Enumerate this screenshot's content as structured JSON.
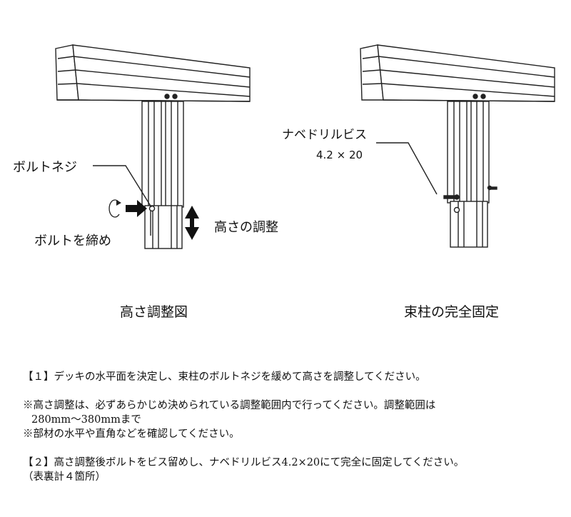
{
  "left_figure": {
    "caption": "高さ調整図",
    "label_bolt_screw": "ボルトネジ",
    "label_tighten": "ボルトを締め",
    "label_height_adjust": "高さの調整"
  },
  "right_figure": {
    "caption": "束柱の完全固定",
    "label_screw_name": "ナベドリルビス",
    "label_screw_size": "4.2 × 20"
  },
  "instructions": {
    "step1": "【１】デッキの水平面を決定し、束柱のボルトネジを緩めて高さを調整してください。",
    "note1_line1": "※高さ調整は、必ずあらかじめ決められている調整範囲内で行ってください。調整範囲は",
    "note1_line2": "280mm～380mmまで",
    "note2": "※部材の水平や直角などを確認してください。",
    "step2_line1": "【２】高さ調整後ボルトをビス留めし、ナベドリルビス4.2×20にて完全に固定してください。",
    "step2_line2": "（表裏計４箇所）"
  }
}
